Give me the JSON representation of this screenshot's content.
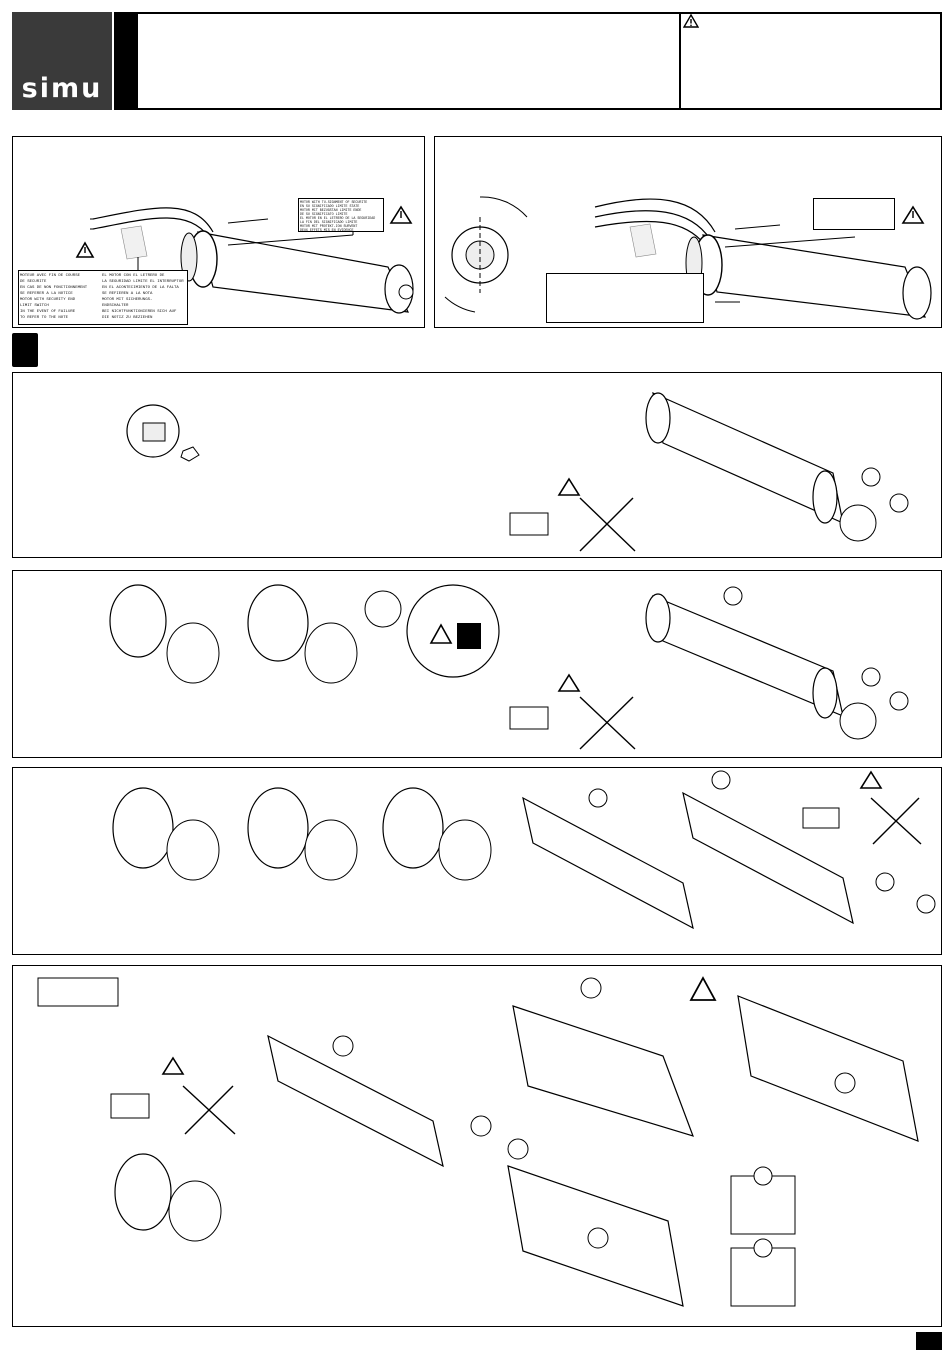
{
  "brand": {
    "logo_text": "simu"
  },
  "warning_labels": {
    "left_block": [
      "MOTEUR AVEC FIN DE COURSE",
      "DE SECURITE",
      "EN CAS DE NON FONCTIONNEMENT",
      "SE REFERER A LA NOTICE",
      "MOTOR WITH SECURITY END",
      "LIMIT SWITCH",
      "IN THE EVENT OF FAILURE",
      "TO REFER TO THE NOTE"
    ],
    "right_block": [
      "EL MOTOR CON EL LETRERO DE",
      "LA SEGURIDAD LIMITE EL INTERRUPTOR",
      "EN EL ACONTECIMIENTO DE LA FALTA",
      "SE REFIEREN A LA NOTA",
      "MOTOR MIT SICHERUNGS-",
      "ENDSCHALTER",
      "BEI NICHTFUNKTIONIEREN SICH AUF",
      "DIE NOTIZ ZU BEZIEHEN"
    ],
    "top_block": [
      "MOTOR WITH TU-SIGNMENT OF SECURITE",
      "EN SU SIGNIFICADO LIMITE STATE",
      "MOTOR MIT BEZUGSTAN LIMITE ENDE",
      "DE SU SIGNIFICATO LIMITE",
      "EL MOTOR EN EL LETRERO DE LA SEGURIDAD",
      "LA FIN DEL SIGNIFICADO LIMITE",
      "MOTOR MIT PROTEKT-ION SURVENT",
      "DEUX EFFETS MIS EN EVIDENCE"
    ]
  },
  "colors": {
    "ink": "#111111",
    "logo_bg": "#3a3a3a",
    "paper": "#ffffff"
  }
}
